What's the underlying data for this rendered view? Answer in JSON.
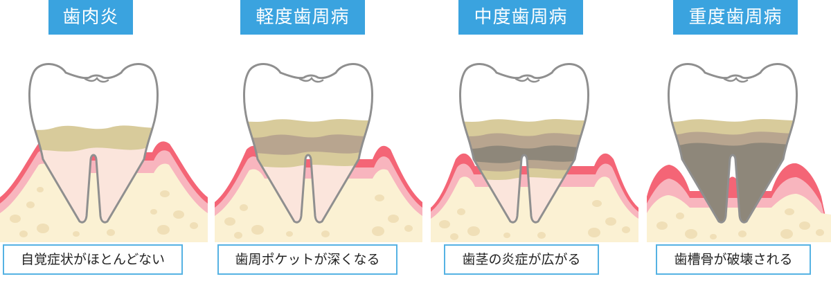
{
  "colors": {
    "header_bg": "#3aa3df",
    "caption_border": "#55b2e3",
    "gum": "#f46576",
    "gum_light": "#f8b5be",
    "bone": "#fbf1d3",
    "bone_spot": "#f0dfb7",
    "tooth": "#ffffff",
    "tooth_outline": "#8f8f8f",
    "root": "#fbe5dc",
    "plaque": "#d8cb9b",
    "tartar": "#b8a58f",
    "tartar_dark": "#8e877a"
  },
  "stages": [
    {
      "title": "歯肉炎",
      "caption": "自覚症状がほとんどない"
    },
    {
      "title": "軽度歯周病",
      "caption": "歯周ポケットが深くなる"
    },
    {
      "title": "中度歯周病",
      "caption": "歯茎の炎症が広がる"
    },
    {
      "title": "重度歯周病",
      "caption": "歯槽骨が破壊される"
    }
  ]
}
